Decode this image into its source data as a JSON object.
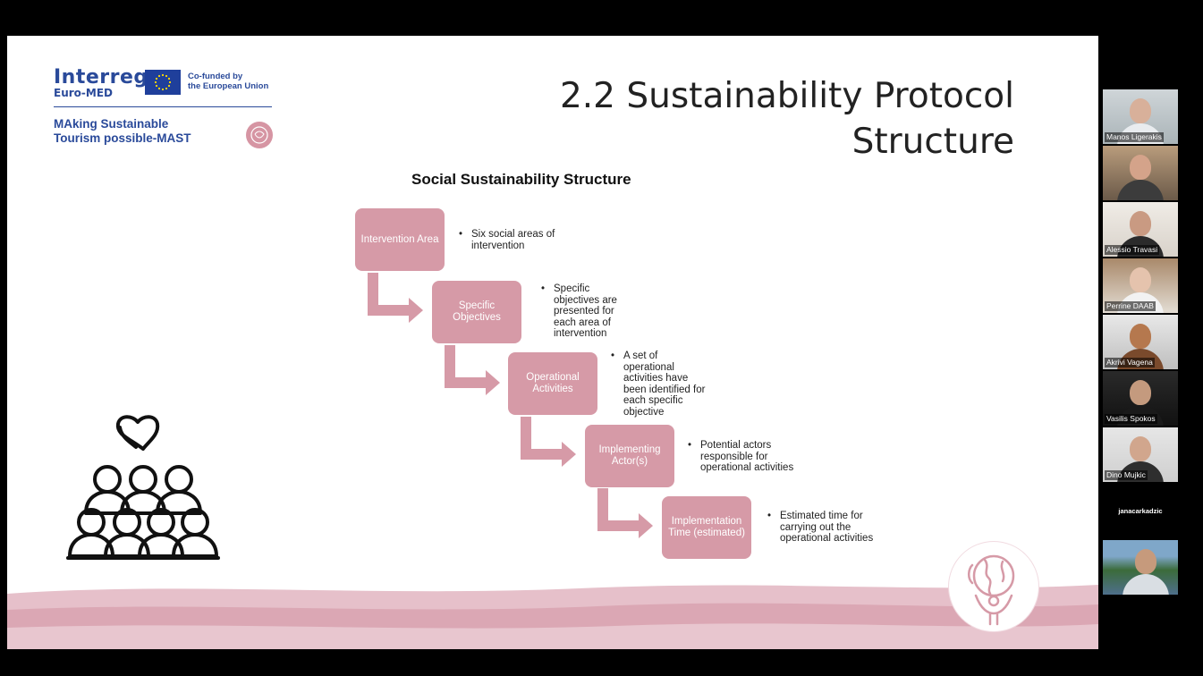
{
  "slide": {
    "logo": {
      "interreg": "Interreg",
      "euromed": "Euro-MED",
      "cofunded_line1": "Co-funded by",
      "cofunded_line2": "the European Union",
      "project_line1": "MAking Sustainable",
      "project_line2": "Tourism possible-MAST"
    },
    "title_line1": "2.2 Sustainability Protocol",
    "title_line2": "Structure",
    "subtitle": "Social Sustainability Structure",
    "steps": [
      {
        "label": "Intervention Area",
        "desc": "Six social areas of intervention"
      },
      {
        "label": "Specific Objectives",
        "desc": "Specific objectives are presented for each area of intervention"
      },
      {
        "label": "Operational Activities",
        "desc": "A set of operational activities have been identified for each specific objective"
      },
      {
        "label": "Implementing Actor(s)",
        "desc": "Potential actors responsible for operational activities"
      },
      {
        "label": "Implementation Time (estimated)",
        "desc": "Estimated time for carrying out the operational activities"
      }
    ],
    "colors": {
      "accent": "#d69aa7",
      "brand_blue": "#2a4a9a",
      "wave": "#e6bcc6"
    },
    "icons": {
      "left": "community-heart-icon",
      "badge": "globe-people-icon",
      "emblem": "mast-emblem-icon",
      "flag": "eu-flag-icon"
    }
  },
  "participants": [
    {
      "name": "Manos Ligerakis"
    },
    {
      "name": ""
    },
    {
      "name": "Alessio Travasi"
    },
    {
      "name": "Perrine DAAB"
    },
    {
      "name": "Akrivi Vagena"
    },
    {
      "name": "Vasilis Spokos"
    },
    {
      "name": "Dino Mujkic"
    },
    {
      "name": "janacarkadzic"
    },
    {
      "name": ""
    }
  ]
}
